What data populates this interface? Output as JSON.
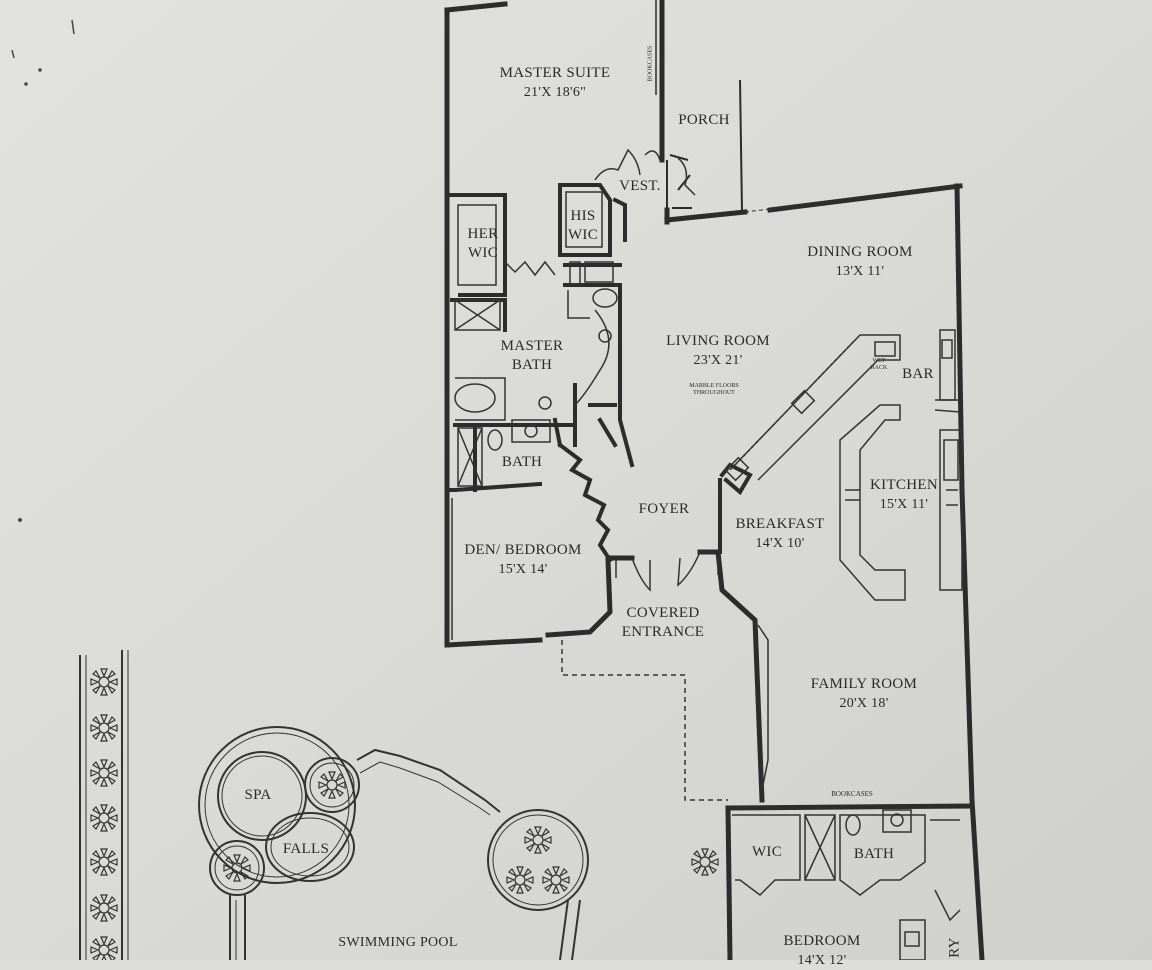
{
  "rooms": {
    "master_suite": {
      "name": "MASTER SUITE",
      "dims": "21'X 18'6\""
    },
    "porch": {
      "name": "PORCH"
    },
    "vestibule": {
      "name": "VEST."
    },
    "her_wic": {
      "line1": "HER",
      "line2": "WIC"
    },
    "his_wic": {
      "line1": "HIS",
      "line2": "WIC"
    },
    "dining_room": {
      "name": "DINING ROOM",
      "dims": "13'X 11'"
    },
    "living_room": {
      "name": "LIVING ROOM",
      "dims": "23'X 21'",
      "note_line1": "MARBLE FLOORS",
      "note_line2": "THROUGHOUT"
    },
    "master_bath": {
      "line1": "MASTER",
      "line2": "BATH"
    },
    "bar": {
      "name": "BAR"
    },
    "wet_bar_label": {
      "line1": "WET",
      "line2": "RACK"
    },
    "bath": {
      "name": "BATH"
    },
    "kitchen": {
      "name": "KITCHEN",
      "dims": "15'X 11'"
    },
    "foyer": {
      "name": "FOYER"
    },
    "breakfast": {
      "name": "BREAKFAST",
      "dims": "14'X 10'"
    },
    "den_bedroom": {
      "name": "DEN/ BEDROOM",
      "dims": "15'X 14'"
    },
    "covered_entrance": {
      "line1": "COVERED",
      "line2": "ENTRANCE"
    },
    "family_room": {
      "name": "FAMILY ROOM",
      "dims": "20'X 18'"
    },
    "bookcases_bottom": {
      "name": "BOOKCASES"
    },
    "bookcases_top": {
      "name": "BOOKCASES"
    },
    "wic2": {
      "name": "WIC"
    },
    "bath2": {
      "name": "BATH"
    },
    "bedroom": {
      "name": "BEDROOM",
      "dims": "14'X 12'"
    },
    "utility_partial": {
      "name": "RY"
    }
  },
  "outdoor": {
    "spa": "SPA",
    "falls": "FALLS",
    "pool": "SWIMMING POOL"
  }
}
